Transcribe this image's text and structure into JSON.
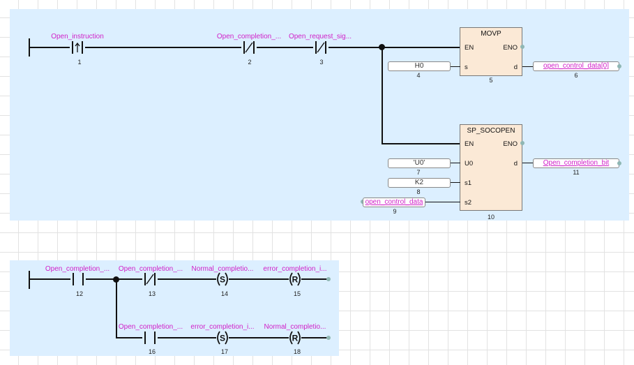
{
  "rung1": {
    "contacts": [
      {
        "label": "Open_instruction",
        "num": "1",
        "kind": "rising-edge"
      },
      {
        "label": "Open_completion_...",
        "num": "2",
        "kind": "normally-closed"
      },
      {
        "label": "Open_request_sig...",
        "num": "3",
        "kind": "normally-closed"
      }
    ],
    "movp": {
      "title": "MOVP",
      "num": "5",
      "pins": {
        "en": "EN",
        "eno": "ENO",
        "s": "s",
        "d": "d"
      },
      "s_value": "H0",
      "s_num": "4",
      "d_value": "open_control_data[0]",
      "d_num": "6"
    },
    "socopen": {
      "title": "SP_SOCOPEN",
      "num": "10",
      "pins": {
        "en": "EN",
        "eno": "ENO",
        "u0": "U0",
        "d": "d",
        "s1": "s1",
        "s2": "s2"
      },
      "u0_value": "'U0'",
      "u0_num": "7",
      "d_value": "Open_completion_bit",
      "d_num": "11",
      "s1_value": "K2",
      "s1_num": "8",
      "s2_value": "open_control_data",
      "s2_num": "9"
    }
  },
  "rung2": {
    "row1": [
      {
        "label": "Open_completion_...",
        "num": "12",
        "kind": "normally-open"
      },
      {
        "label": "Open_completion_...",
        "num": "13",
        "kind": "normally-closed"
      },
      {
        "label": "Normal_completio...",
        "num": "14",
        "kind": "set-coil",
        "glyph": "S"
      },
      {
        "label": "error_completion_i...",
        "num": "15",
        "kind": "reset-coil",
        "glyph": "R"
      }
    ],
    "row2": [
      {
        "label": "Open_completion_...",
        "num": "16",
        "kind": "normally-open"
      },
      {
        "label": "error_completion_i...",
        "num": "17",
        "kind": "set-coil",
        "glyph": "S"
      },
      {
        "label": "Normal_completio...",
        "num": "18",
        "kind": "reset-coil",
        "glyph": "R"
      }
    ]
  }
}
